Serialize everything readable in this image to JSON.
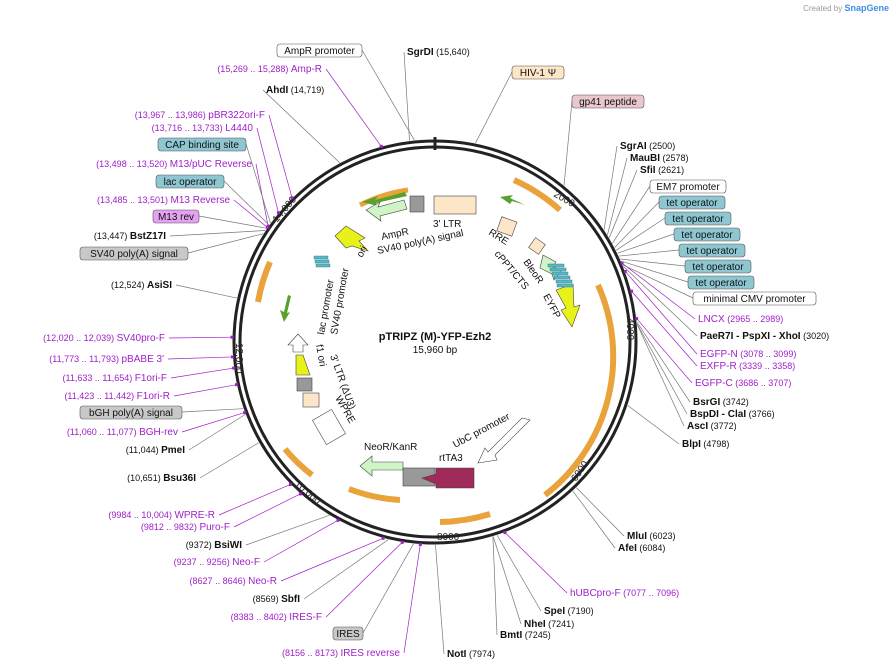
{
  "credit": {
    "prefix": "Created by",
    "brand": "SnapGene"
  },
  "plasmid": {
    "name": "pTRIPZ (M)-YFP-Ezh2",
    "length": "15,960 bp",
    "total_bp": 15960
  },
  "ticks": [
    "2000",
    "4000",
    "6000",
    "8000",
    "10,000",
    "12,000",
    "14,000"
  ],
  "colors": {
    "purple": "#a020c8",
    "feature_orange": "#e9a33a",
    "label_box_blue": "#8ec7d2",
    "label_box_grey": "#c8c8c8",
    "label_box_peach": "#fde5c8",
    "label_box_pink": "#e9c7cd",
    "label_box_violet": "#e6a2f2"
  },
  "sites": [
    {
      "name": "SgrDI",
      "pos": "(15,640)",
      "coord": 15640
    },
    {
      "name": "AhdI",
      "pos": "(14,719)",
      "coord": 14719
    },
    {
      "name": "BstZ17I",
      "pos": "(13,447)",
      "coord": 13447
    },
    {
      "name": "AsiSI",
      "pos": "(12,524)",
      "coord": 12524
    },
    {
      "name": "PmeI",
      "pos": "(11,044)",
      "coord": 11044
    },
    {
      "name": "Bsu36I",
      "pos": "(10,651)",
      "coord": 10651
    },
    {
      "name": "BsiWI",
      "pos": "(9372)",
      "coord": 9372
    },
    {
      "name": "SbfI",
      "pos": "(8569)",
      "coord": 8569
    },
    {
      "name": "NotI",
      "pos": "(7974)",
      "coord": 7974
    },
    {
      "name": "BmtI",
      "pos": "(7245)",
      "coord": 7245
    },
    {
      "name": "NheI",
      "pos": "(7241)",
      "coord": 7241
    },
    {
      "name": "SpeI",
      "pos": "(7190)",
      "coord": 7190
    },
    {
      "name": "AfeI",
      "pos": "(6084)",
      "coord": 6084
    },
    {
      "name": "MluI",
      "pos": "(6023)",
      "coord": 6023
    },
    {
      "name": "BlpI",
      "pos": "(4798)",
      "coord": 4798
    },
    {
      "name": "AscI",
      "pos": "(3772)",
      "coord": 3772
    },
    {
      "name": "BspDI - ClaI",
      "pos": "(3766)",
      "coord": 3766
    },
    {
      "name": "BsrGI",
      "pos": "(3742)",
      "coord": 3742
    },
    {
      "name": "PaeR7I - PspXI - XhoI",
      "pos": "(3020)",
      "coord": 3020
    },
    {
      "name": "SfiI",
      "pos": "(2621)",
      "coord": 2621
    },
    {
      "name": "MauBI",
      "pos": "(2578)",
      "coord": 2578
    },
    {
      "name": "SgrAI",
      "pos": "(2500)",
      "coord": 2500
    }
  ],
  "primers": [
    {
      "name": "Amp-R",
      "pos": "(15,269 .. 15,288)",
      "coord": 15278
    },
    {
      "name": "pBR322ori-F",
      "pos": "(13,967 .. 13,986)",
      "coord": 13976
    },
    {
      "name": "L4440",
      "pos": "(13,716 .. 13,733)",
      "coord": 13724
    },
    {
      "name": "M13/pUC Reverse",
      "pos": "(13,498 .. 13,520)",
      "coord": 13509
    },
    {
      "name": "M13 Reverse",
      "pos": "(13,485 .. 13,501)",
      "coord": 13493
    },
    {
      "name": "SV40pro-F",
      "pos": "(12,020 .. 12,039)",
      "coord": 12030
    },
    {
      "name": "pBABE 3'",
      "pos": "(11,773 .. 11,793)",
      "coord": 11783
    },
    {
      "name": "F1ori-F",
      "pos": "(11,633 .. 11,654)",
      "coord": 11643
    },
    {
      "name": "F1ori-R",
      "pos": "(11,423 .. 11,442)",
      "coord": 11432
    },
    {
      "name": "BGH-rev",
      "pos": "(11,060 .. 11,077)",
      "coord": 11068
    },
    {
      "name": "WPRE-R",
      "pos": "(9984 .. 10,004)",
      "coord": 9994
    },
    {
      "name": "Puro-F",
      "pos": "(9812 .. 9832)",
      "coord": 9822
    },
    {
      "name": "Neo-F",
      "pos": "(9237 .. 9256)",
      "coord": 9246
    },
    {
      "name": "Neo-R",
      "pos": "(8627 .. 8646)",
      "coord": 8636
    },
    {
      "name": "IRES-F",
      "pos": "(8383 .. 8402)",
      "coord": 8392
    },
    {
      "name": "IRES reverse",
      "pos": "(8156 .. 8173)",
      "coord": 8164
    },
    {
      "name": "hUBCpro-F",
      "pos": "(7077 .. 7096)",
      "coord": 7086
    },
    {
      "name": "LNCX",
      "pos": "(2965 .. 2989)",
      "coord": 2977
    },
    {
      "name": "EGFP-N",
      "pos": "(3078 .. 3099)",
      "coord": 3088
    },
    {
      "name": "EXFP-R",
      "pos": "(3339 .. 3358)",
      "coord": 3348
    },
    {
      "name": "EGFP-C",
      "pos": "(3686 .. 3707)",
      "coord": 3696
    }
  ],
  "boxed_labels": [
    {
      "text": "AmpR promoter",
      "style": "white",
      "coord": 15700
    },
    {
      "text": "CAP binding site",
      "style": "blue",
      "coord": 13560
    },
    {
      "text": "lac operator",
      "style": "blue",
      "coord": 13530
    },
    {
      "text": "M13 rev",
      "style": "violet",
      "coord": 13480
    },
    {
      "text": "SV40 poly(A) signal",
      "style": "grey",
      "coord": 13400
    },
    {
      "text": "bGH poly(A) signal",
      "style": "grey",
      "coord": 11120
    },
    {
      "text": "IRES",
      "style": "grey",
      "coord": 8250
    },
    {
      "text": "HIV-1 Ψ",
      "style": "peach",
      "coord": 510
    },
    {
      "text": "gp41 peptide",
      "style": "pink",
      "coord": 1750
    },
    {
      "text": "EM7 promoter",
      "style": "white",
      "coord": 2700
    },
    {
      "text": "tet operator",
      "style": "blue",
      "coord": 2760
    },
    {
      "text": "tet operator",
      "style": "blue",
      "coord": 2800
    },
    {
      "text": "tet operator",
      "style": "blue",
      "coord": 2840
    },
    {
      "text": "tet operator",
      "style": "blue",
      "coord": 2880
    },
    {
      "text": "tet operator",
      "style": "blue",
      "coord": 2920
    },
    {
      "text": "tet operator",
      "style": "blue",
      "coord": 2950
    },
    {
      "text": "minimal CMV promoter",
      "style": "white",
      "coord": 3000
    }
  ],
  "feature_labels": [
    {
      "text": "AmpR",
      "angle": -12
    },
    {
      "text": "SV40 poly(A) signal",
      "angle": -12
    },
    {
      "text": "3' LTR",
      "angle": 0
    },
    {
      "text": "RRE",
      "angle": 32
    },
    {
      "text": "cPPT/CTS",
      "angle": 50
    },
    {
      "text": "BleoR",
      "angle": 55
    },
    {
      "text": "EYFP",
      "angle": 62
    },
    {
      "text": "ori",
      "angle": -62
    },
    {
      "text": "lac promoter",
      "angle": -80
    },
    {
      "text": "SV40 promoter",
      "angle": -80
    },
    {
      "text": "f1 ori",
      "angle": 80
    },
    {
      "text": "3' LTR (ΔU3)",
      "angle": 70
    },
    {
      "text": "WPRE",
      "angle": 60
    },
    {
      "text": "NeoR/KanR",
      "angle": 0
    },
    {
      "text": "UbC promoter",
      "angle": -28
    },
    {
      "text": "rtTA3",
      "angle": 0
    }
  ]
}
